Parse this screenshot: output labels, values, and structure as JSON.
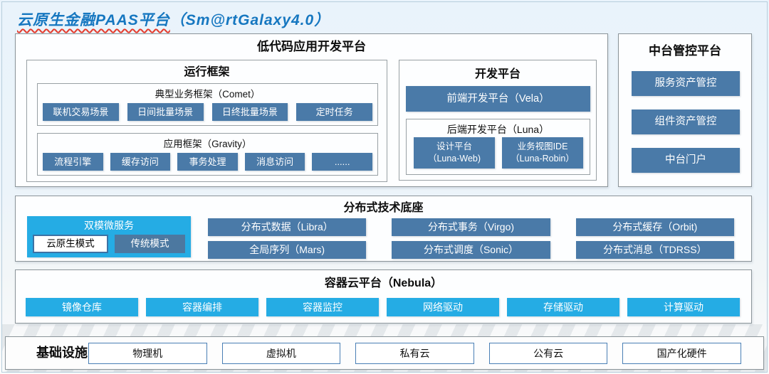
{
  "title": {
    "main": "云原生金融PAAS平台",
    "suffix": "（Sm@rtGalaxy4.0）"
  },
  "colors": {
    "steel_blue": "#4a7aa8",
    "cyan": "#25ace4",
    "title_blue": "#1677c0",
    "wavy_red": "#e53b2c"
  },
  "low_code": {
    "title": "低代码应用开发平台",
    "runtime": {
      "title": "运行框架",
      "comet": {
        "title": "典型业务框架（Comet）",
        "items": [
          "联机交易场景",
          "日间批量场景",
          "日终批量场景",
          "定时任务"
        ]
      },
      "gravity": {
        "title": "应用框架（Gravity）",
        "items": [
          "流程引擎",
          "缓存访问",
          "事务处理",
          "消息访问",
          "......"
        ]
      }
    },
    "dev": {
      "title": "开发平台",
      "vela": "前端开发平台（Vela）",
      "luna": {
        "title": "后端开发平台（Luna）",
        "items": [
          {
            "line1": "设计平台",
            "line2": "（Luna-Web)"
          },
          {
            "line1": "业务视图IDE",
            "line2": "（Luna-Robin）"
          }
        ]
      }
    }
  },
  "midplatform": {
    "title": "中台管控平台",
    "items": [
      "服务资产管控",
      "组件资产管控",
      "中台门户"
    ]
  },
  "distributed": {
    "title": "分布式技术底座",
    "dual_mode": {
      "title": "双模微服务",
      "cloud_native": "云原生模式",
      "traditional": "传统模式"
    },
    "row1": [
      "分布式数据（Libra）",
      "分布式事务（Virgo)",
      "分布式缓存（Orbit)"
    ],
    "row2": [
      "全局序列（Mars)",
      "分布式调度（Sonic）",
      "分布式消息（TDRSS）"
    ]
  },
  "container_cloud": {
    "title": "容器云平台（Nebula）",
    "items": [
      "镜像仓库",
      "容器编排",
      "容器监控",
      "网络驱动",
      "存储驱动",
      "计算驱动"
    ]
  },
  "infrastructure": {
    "title": "基础设施",
    "items": [
      "物理机",
      "虚拟机",
      "私有云",
      "公有云",
      "国产化硬件"
    ]
  }
}
